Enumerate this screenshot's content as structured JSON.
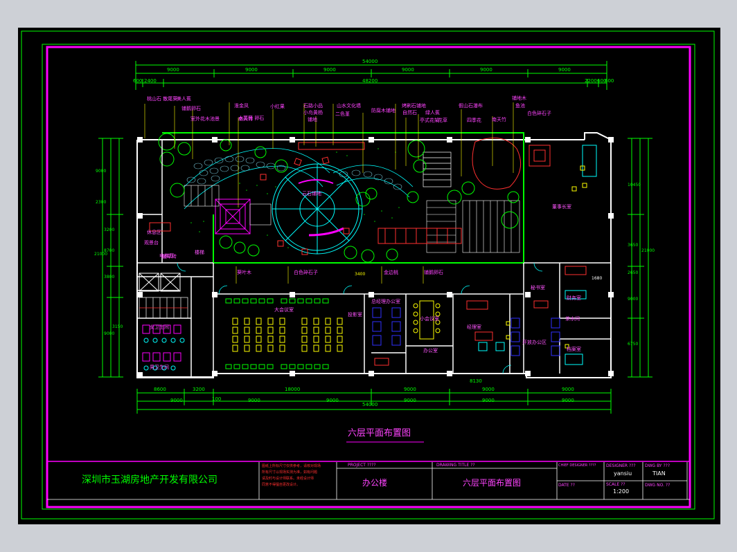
{
  "colors": {
    "magenta": "#ff00ff",
    "green": "#00ff00",
    "cyan": "#00ffff",
    "yellow": "#ffff00",
    "red": "#ff2020",
    "white": "#ffffff",
    "background": "#000000"
  },
  "drawing": {
    "title": "六层平面布置图"
  },
  "dimensions": {
    "top_total": "54000",
    "top_bays": [
      "9000",
      "9000",
      "9000",
      "9000",
      "9000",
      "9000"
    ],
    "top_left_small": [
      "600",
      "2400"
    ],
    "top_middle": "48200",
    "top_right_small": [
      "2200",
      "600",
      "600"
    ],
    "bottom_segments": [
      "8600",
      "3200",
      "18000",
      "9000",
      "9000",
      "9000"
    ],
    "bottom_bays": [
      "9000",
      "100",
      "9000",
      "9000",
      "9000",
      "9000",
      "9000"
    ],
    "bottom_total": "54000",
    "bottom_extra": "8130",
    "left_vertical": [
      "9000",
      "2300",
      "3200",
      "21000",
      "8700",
      "3800",
      "9000",
      "3150"
    ],
    "right_vertical": [
      "10450",
      "3650",
      "21000",
      "2650",
      "9000",
      "6750"
    ],
    "small_1680": "1680",
    "small_3400": "3400"
  },
  "annotations": {
    "top_row": [
      "桃山石 散尾葵",
      "美人蕉",
      "铺鹅卵石",
      "淮金凤",
      "水菖蒲 卵石",
      "小红果",
      "石路小品",
      "小鸟黄杨",
      "铺地",
      "二色堇",
      "山水文化墙",
      "防腐木铺地",
      "烤刷石铺地",
      "自然石",
      "绿人蕉",
      "假山石瀑布",
      "花草",
      "南天竹",
      "四季花",
      "亭式花架",
      "铺地木",
      "鱼池",
      "白色碎石子"
    ],
    "left_col": [
      "室外花木池景",
      "南天竹",
      "观景台",
      "植草砖"
    ],
    "center": [
      "云石铺地"
    ],
    "bottom_row": [
      "葵叶木",
      "白色碎石子",
      "金边桃",
      "铺鹅卵石"
    ]
  },
  "rooms": {
    "reception": "休息区",
    "elevator": "电梯厅",
    "toilet_f": "女卫生间",
    "toilet_m": "男卫生间",
    "stair": "楼梯",
    "meeting_large": "大会议室",
    "projection": "投影室",
    "office_a": "总经理办公室",
    "meeting_small": "小会议室",
    "office_b": "经理室",
    "office_c": "办公室",
    "open_office": "开放办公区",
    "chairman": "董事长室",
    "secretary": "秘书室",
    "finance": "财务室",
    "tea": "茶水间",
    "archive": "档案室"
  },
  "title_block": {
    "company": "深圳市玉湖房地产开发有限公司",
    "note_lines": [
      "图纸上所标尺寸仅供参考，请核对现场",
      "所有尺寸以现场实测为准，如有问题",
      "请及时与设计师联系。未经设计师",
      "同意不得擅自更改设计。"
    ],
    "project_label": "PROJECT ????",
    "project_value": "办公楼",
    "drawing_title_label": "DRAWING TITLE ??",
    "drawing_title_value": "六层平面布置图",
    "chief_designer_label": "CHIEF DESIGNER ????",
    "designer_label": "DESIGNER ???",
    "designer_value": "yansiu",
    "dwg_by_label": "DWG BY ???",
    "dwg_by_value": "TIAN",
    "date_label": "DATE ??",
    "scale_label": "SCALE ??",
    "scale_value": "1:200",
    "dwg_no_label": "DWG NO. ??"
  }
}
